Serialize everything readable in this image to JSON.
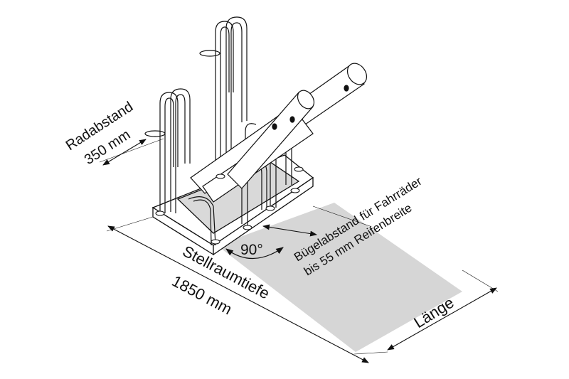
{
  "labels": {
    "radabstand_title": "Radabstand",
    "radabstand_value": "350 mm",
    "angle": "90°",
    "buegel_line1": "Bügelabstand für Fahrräder",
    "buegel_line2": "bis 55 mm Reifenbreite",
    "stellraum_title": "Stellraumtiefe",
    "stellraum_value": "1850 mm",
    "laenge": "Länge"
  },
  "colors": {
    "floor": "#d6d6d6",
    "line": "#111111",
    "metal": "#ffffff"
  }
}
